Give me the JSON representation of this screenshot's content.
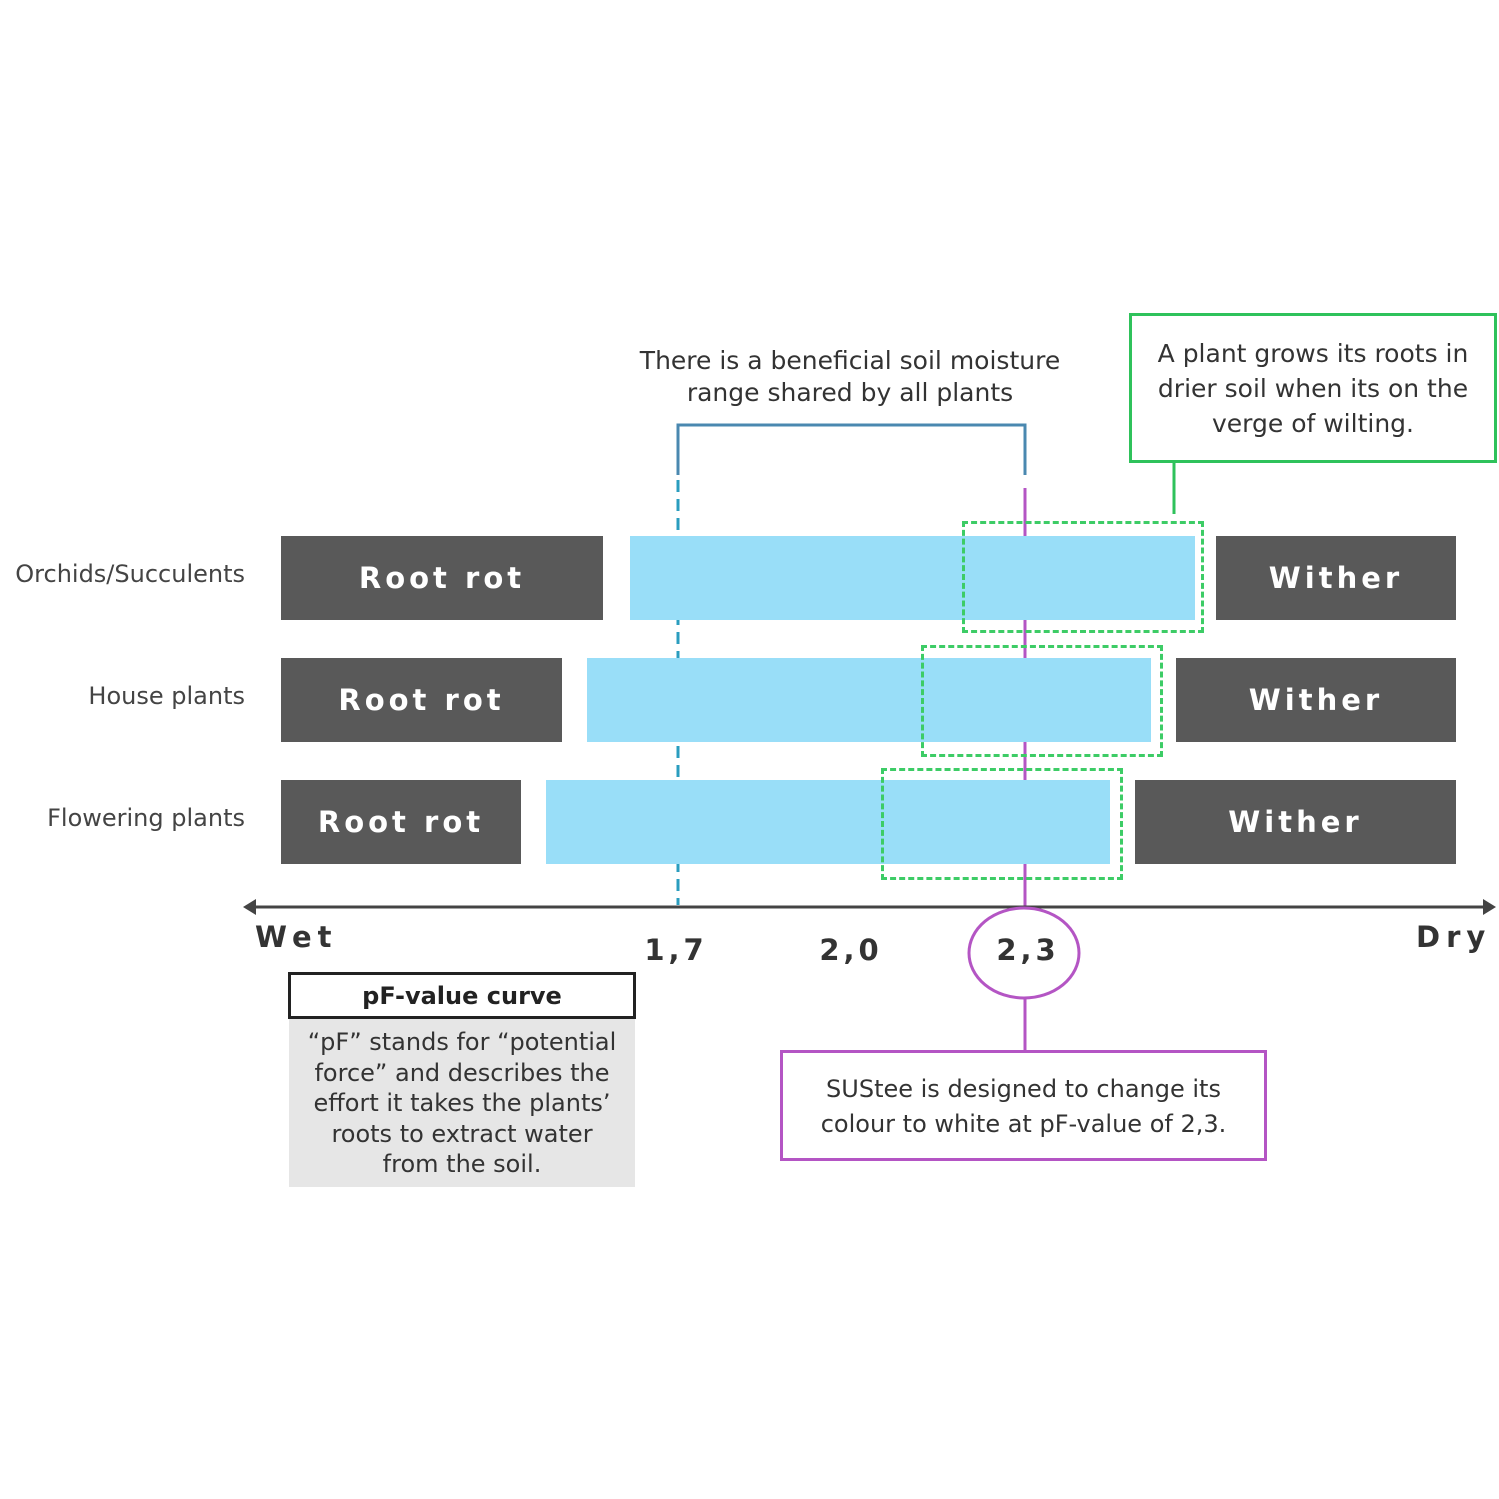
{
  "top_annotation": {
    "line1": "There is a beneficial soil moisture",
    "line2": "range shared by all plants"
  },
  "green_callout": {
    "line1": "A plant grows its roots in",
    "line2": "drier soil when its on the",
    "line3": "verge of wilting."
  },
  "rows": [
    {
      "label": "Orchids/Succulents",
      "left": "Root rot",
      "right": "Wither"
    },
    {
      "label": "House plants",
      "left": "Root rot",
      "right": "Wither"
    },
    {
      "label": "Flowering plants",
      "left": "Root rot",
      "right": "Wither"
    }
  ],
  "axis": {
    "left_end": "Wet",
    "right_end": "Dry",
    "ticks": [
      "1,7",
      "2,0",
      "2,3"
    ]
  },
  "pf_box": {
    "title": "pF-value curve",
    "line1": "“pF” stands for “potential",
    "line2": "force” and describes the",
    "line3": "effort it takes the plants’",
    "line4": "roots to extract water",
    "line5": "from the soil."
  },
  "purple_callout": {
    "line1": "SUStee is designed to change its",
    "line2": "colour to white at pF-value of 2,3."
  },
  "colors": {
    "blue_bar": "#99def8",
    "dark_bar": "#595959",
    "green_accent": "#3dcc66",
    "green_border": "#2fc25b",
    "purple_accent": "#b455c4",
    "bracket_blue": "#4a88b0"
  }
}
